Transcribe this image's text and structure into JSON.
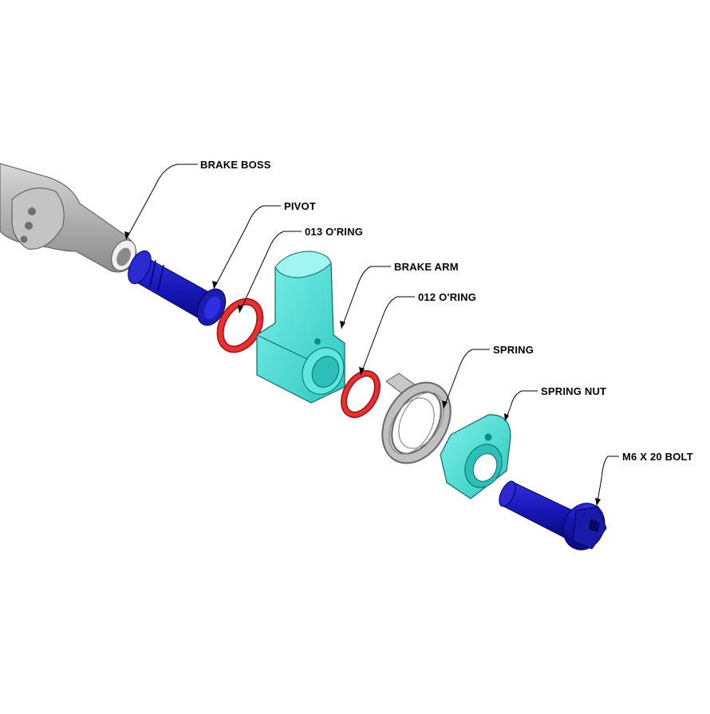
{
  "labels": {
    "brake_boss": "BRAKE BOSS",
    "pivot": "PIVOT",
    "oring_013": "013 O'RING",
    "brake_arm": "BRAKE ARM",
    "oring_012": "012 O'RING",
    "spring": "SPRING",
    "spring_nut": "SPRING NUT",
    "bolt": "M6 X 20 BOLT"
  },
  "colors": {
    "boss_gray": "#b8b8b8",
    "pivot_blue": "#2020c8",
    "oring_red": "#e02020",
    "arm_cyan": "#3fdcd4",
    "spring_gray": "#b4b4b4",
    "bolt_blue": "#2020c8"
  }
}
